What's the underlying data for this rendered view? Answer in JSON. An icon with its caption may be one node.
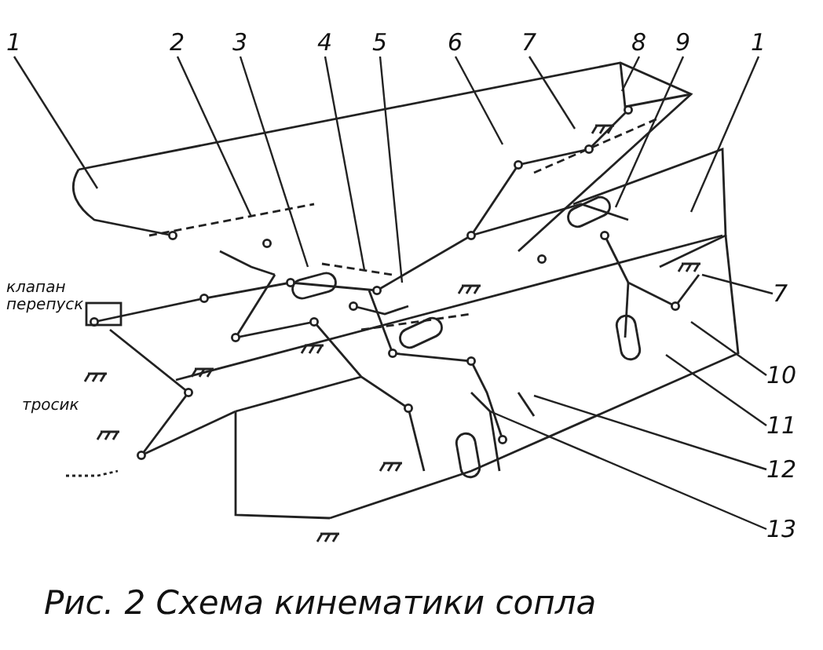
{
  "diagram": {
    "caption": "Рис. 2 Схема кинематики сопла",
    "nodes": [
      {
        "text": [
          "1"
        ]
      },
      {
        "text": [
          "2"
        ]
      },
      {
        "text": [
          "3"
        ]
      },
      {
        "text": [
          "4"
        ]
      },
      {
        "text": [
          "5"
        ]
      },
      {
        "text": [
          "6"
        ]
      },
      {
        "text": [
          "7"
        ]
      },
      {
        "text": [
          "8"
        ]
      },
      {
        "text": [
          "9"
        ]
      },
      {
        "text": [
          "1"
        ]
      },
      {
        "text": [
          "7"
        ]
      },
      {
        "text": [
          "10"
        ]
      },
      {
        "text": [
          "11"
        ]
      },
      {
        "text": [
          "12"
        ]
      },
      {
        "text": [
          "13"
        ]
      }
    ],
    "edges": [
      {
        "from": 0,
        "to": null,
        "arrow": "none"
      },
      {
        "from": 1,
        "to": null,
        "arrow": "none"
      },
      {
        "from": 2,
        "to": null,
        "arrow": "none"
      },
      {
        "from": 3,
        "to": null,
        "arrow": "none"
      },
      {
        "from": 4,
        "to": null,
        "arrow": "none"
      },
      {
        "from": 5,
        "to": null,
        "arrow": "none"
      },
      {
        "from": 6,
        "to": null,
        "arrow": "none"
      },
      {
        "from": 7,
        "to": null,
        "arrow": "none"
      },
      {
        "from": 8,
        "to": null,
        "arrow": "none"
      },
      {
        "from": 9,
        "to": null,
        "arrow": "none"
      },
      {
        "from": 10,
        "to": null,
        "arrow": "none"
      },
      {
        "from": 11,
        "to": null,
        "arrow": "none"
      },
      {
        "from": 12,
        "to": null,
        "arrow": "none"
      },
      {
        "from": 13,
        "to": null,
        "arrow": "none"
      },
      {
        "from": 14,
        "to": null,
        "arrow": "none"
      }
    ],
    "labels": [
      "клапан перепуск",
      "тросик"
    ]
  }
}
